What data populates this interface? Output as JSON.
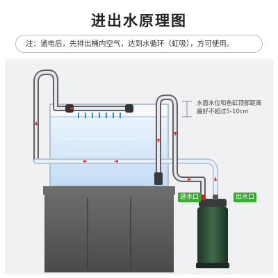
{
  "title": "进出水原理图",
  "note": "注：通电后，先排出桶内空气，达到水循环（虹吸），方可使用。",
  "level_note": {
    "line1": "水面水位和鱼缸顶部距离",
    "line2": "最好不超过5-10cm"
  },
  "labels": {
    "inlet": "进水口",
    "outlet": "出水口"
  },
  "colors": {
    "tag_green": "#3aaa35",
    "water": "#cfe3f7",
    "pipe": "#6f5a55",
    "cabinet": "#5b5c5a",
    "filter_body": "#2e4a36"
  }
}
